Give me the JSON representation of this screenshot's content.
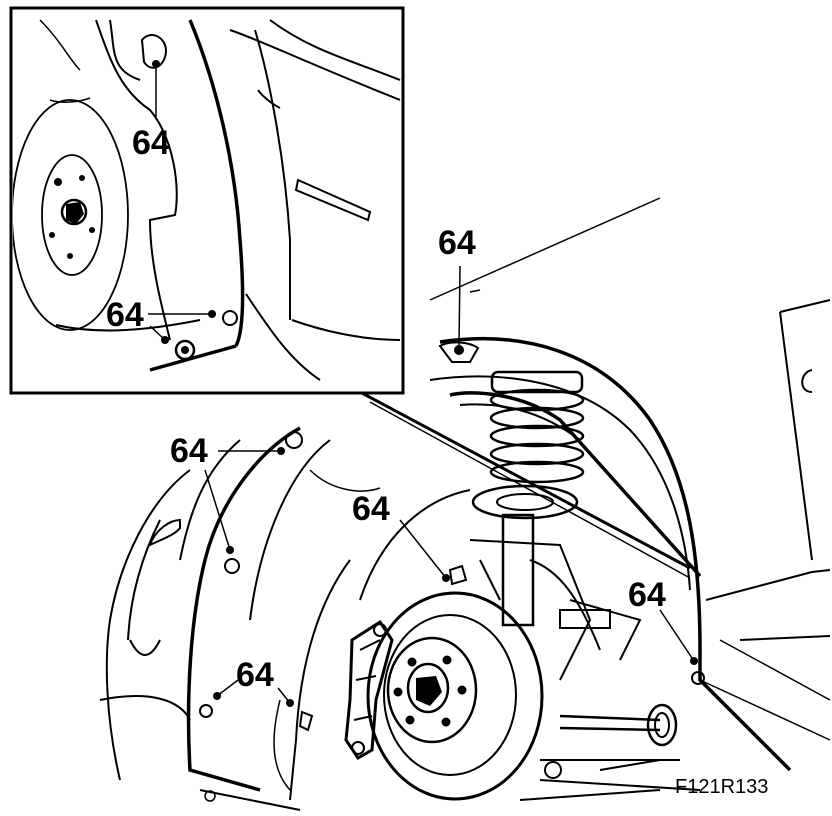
{
  "figure": {
    "callout_label": "64",
    "figure_id": "F121R133"
  },
  "colors": {
    "line": "#000000",
    "background": "#ffffff"
  },
  "parts": [
    "wheel-housing-liner",
    "brake-disc",
    "brake-caliper",
    "coil-spring",
    "shock-absorber",
    "inset-detail-view"
  ],
  "icons": [
    "fastener-dot-icon",
    "leader-line-icon"
  ]
}
